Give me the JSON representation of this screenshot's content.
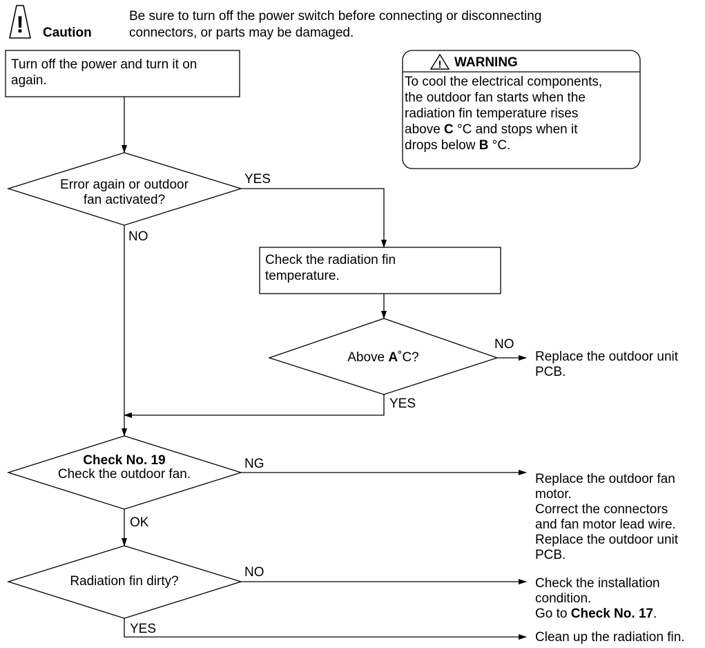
{
  "caution": {
    "label": "Caution",
    "line1": "Be sure to turn off the power switch before connecting or disconnecting",
    "line2": "connectors, or parts may be damaged."
  },
  "warning": {
    "title": "WARNING",
    "line1": "To cool the electrical components,",
    "line2": "the outdoor fan starts when the",
    "line3": "radiation fin temperature rises",
    "line4_pre": "above ",
    "line4_var": "C",
    "line4_post": " °C and stops when it",
    "line5_pre": "drops below ",
    "line5_var": "B",
    "line5_post": " °C."
  },
  "nodes": {
    "power": {
      "line1": "Turn off the power and turn it on",
      "line2": "again."
    },
    "error_again": {
      "line1": "Error again or outdoor",
      "line2": "fan activated?"
    },
    "check_fin_temp": {
      "line1": "Check the radiation fin",
      "line2": "temperature."
    },
    "above_temp": {
      "pre": "Above ",
      "var": "A",
      "post": "˚C?"
    },
    "check19": {
      "line1": "Check No. 19",
      "line2": "Check the outdoor fan."
    },
    "fin_dirty": {
      "line1": "Radiation fin dirty?"
    }
  },
  "labels": {
    "yes1": "YES",
    "no1": "NO",
    "no2": "NO",
    "yes2": "YES",
    "ng": "NG",
    "ok": "OK",
    "no3": "NO",
    "yes3": "YES"
  },
  "results": {
    "replace_pcb_1": {
      "line1": "Replace the outdoor unit",
      "line2": "PCB."
    },
    "fan_fix": {
      "line1": "Replace the outdoor fan",
      "line2": "motor.",
      "line3": "Correct the connectors",
      "line4": "and fan motor lead wire.",
      "line5": "Replace the outdoor unit",
      "line6": "PCB."
    },
    "install": {
      "line1": "Check the installation",
      "line2": "condition.",
      "line3_pre": "Go to ",
      "line3_bold": "Check No. 17",
      "line3_post": "."
    },
    "clean": {
      "line1": "Clean up the radiation fin."
    }
  }
}
